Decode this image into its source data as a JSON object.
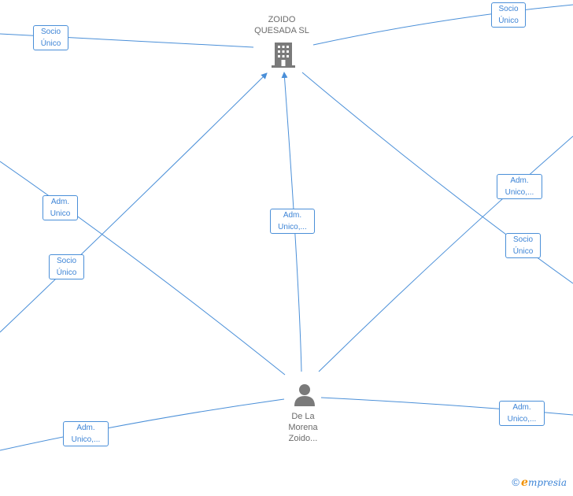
{
  "nodes": {
    "company": {
      "label": "ZOIDO\nQUESADA  SL",
      "icon": "building-icon"
    },
    "person": {
      "label": "De La\nMorena\nZoido...",
      "icon": "person-icon"
    }
  },
  "edge_labels": [
    {
      "id": "top-left",
      "text": "Socio\nÚnico"
    },
    {
      "id": "top-right",
      "text": "Socio\nÚnico"
    },
    {
      "id": "left-adm",
      "text": "Adm.\nUnico"
    },
    {
      "id": "left-socio",
      "text": "Socio\nÚnico"
    },
    {
      "id": "center-adm",
      "text": "Adm.\nUnico,..."
    },
    {
      "id": "right-adm",
      "text": "Adm.\nUnico,..."
    },
    {
      "id": "right-socio",
      "text": "Socio\nÚnico"
    },
    {
      "id": "bottom-left-adm",
      "text": "Adm.\nUnico,..."
    },
    {
      "id": "bottom-right-adm",
      "text": "Adm.\nUnico,..."
    }
  ],
  "colors": {
    "edge": "#4a8fd8",
    "label_text": "#3d84d6",
    "node_icon": "#7a7a7a",
    "node_text": "#6b6b6b"
  },
  "footer": {
    "copyright": "©",
    "brand_first": "e",
    "brand_rest": "mpresia"
  }
}
